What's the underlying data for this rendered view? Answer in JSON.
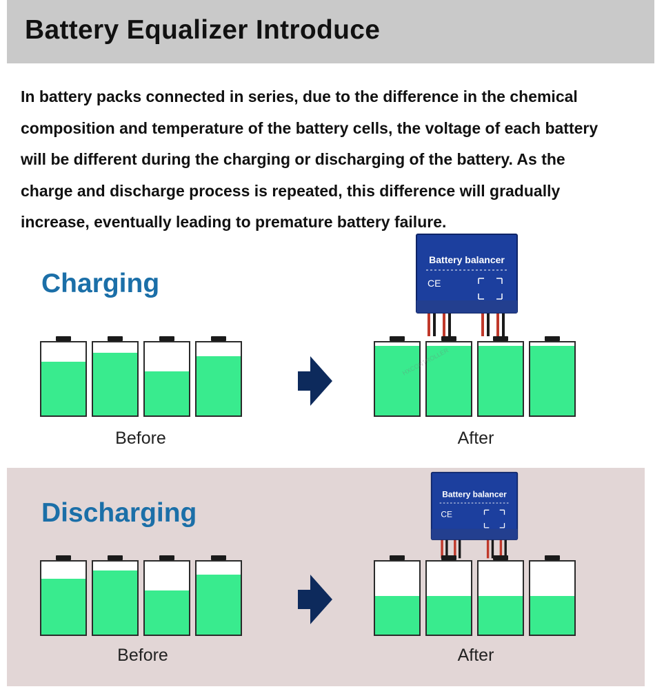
{
  "header": {
    "title": "Battery Equalizer Introduce"
  },
  "intro_lines": [
    "In battery packs connected in series, due to the difference in the chemical",
    "composition and temperature of the battery cells, the voltage of each battery",
    "will be different during the charging or discharging of the battery. As the",
    "charge and discharge process is repeated, this difference will gradually",
    "increase, eventually leading to premature battery failure."
  ],
  "device_label": "Battery balancer",
  "device_cert": "CE",
  "watermark": "HXCONTROLLER",
  "colors": {
    "cell_fill": "#39eb8e",
    "device_blue": "#1c3f9e",
    "label_blue": "#1b6fa8",
    "arrow": "#0d2a5c"
  },
  "sections": [
    {
      "label": "Charging",
      "before_label": "Before",
      "after_label": "After",
      "before_levels": [
        0.74,
        0.86,
        0.6,
        0.81
      ],
      "after_levels": [
        0.95,
        0.95,
        0.95,
        0.95
      ]
    },
    {
      "label": "Discharging",
      "before_label": "Before",
      "after_label": "After",
      "before_levels": [
        0.76,
        0.88,
        0.6,
        0.82
      ],
      "after_levels": [
        0.53,
        0.53,
        0.53,
        0.53
      ]
    }
  ]
}
